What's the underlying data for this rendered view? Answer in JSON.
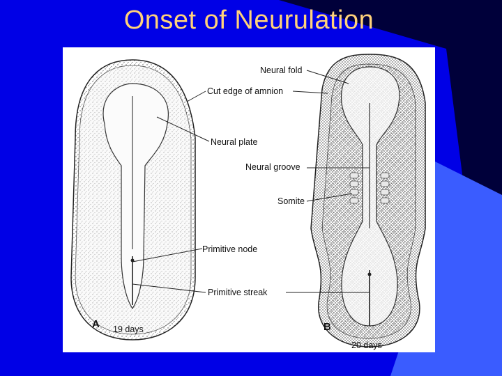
{
  "slide": {
    "title": "Onset of Neurulation",
    "colors": {
      "background": "#0000e6",
      "accent_dark": "#00003a",
      "accent_light": "#3a5cff",
      "title": "#ffd27a"
    }
  },
  "figure": {
    "labels": {
      "neural_fold": "Neural fold",
      "cut_edge_of_amnion": "Cut edge of amnion",
      "neural_plate": "Neural plate",
      "neural_groove": "Neural groove",
      "somite": "Somite",
      "primitive_node": "Primitive node",
      "primitive_streak": "Primitive streak"
    },
    "panels": {
      "a_letter": "A",
      "a_age": "19 days",
      "b_letter": "B",
      "b_age": "20 days"
    }
  }
}
